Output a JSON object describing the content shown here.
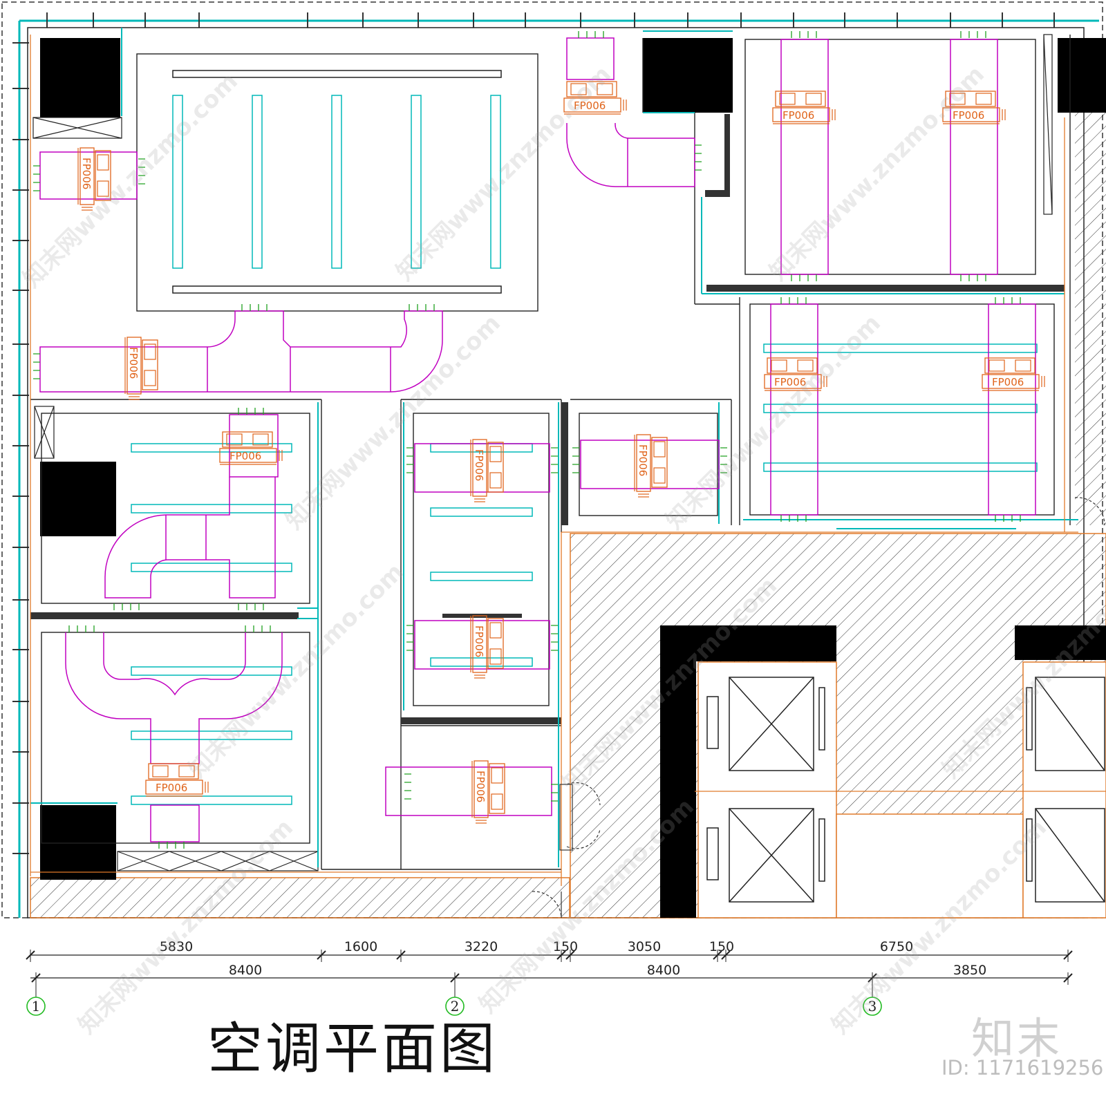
{
  "title": "空调平面图",
  "brand": "知末",
  "id_label": "ID: 1171619256",
  "watermark": "知末网www.znzmo.com",
  "unit_tag": "FP006",
  "dimensions_top": [
    "5830",
    "1600",
    "3220",
    "150",
    "3050",
    "150",
    "6750"
  ],
  "dimensions_axis": [
    "8400",
    "8400",
    "3850"
  ],
  "axes": [
    "1",
    "2",
    "3"
  ],
  "colors": {
    "duct": "#c000c0",
    "unit": "#e0641b",
    "glass": "#00b8b8",
    "wall": "#222222",
    "outline": "#e07a2a",
    "arrow": "#20a020",
    "axis_circle": "#22bb22"
  }
}
